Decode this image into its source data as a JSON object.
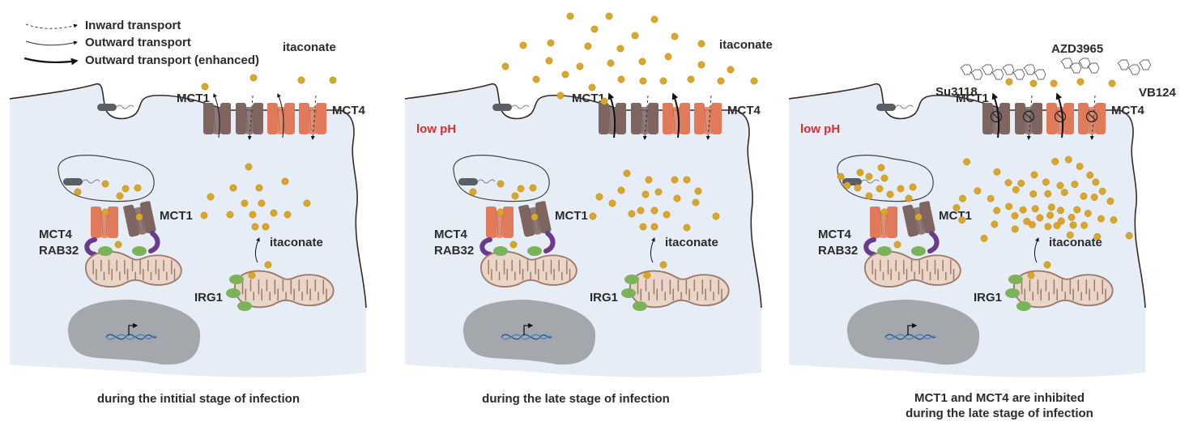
{
  "figure": {
    "legend": {
      "items": [
        {
          "key": "inward",
          "label": "Inward transport",
          "style": "dashed"
        },
        {
          "key": "outward",
          "label": "Outward transport",
          "style": "thin"
        },
        {
          "key": "outward_enhanced",
          "label": "Outward transport (enhanced)",
          "style": "thick"
        }
      ]
    },
    "colors": {
      "cytoplasm": "#e6edf7",
      "membrane": "#3a2a22",
      "mct1": "#7e6560",
      "mct4": "#e07a5a",
      "itaconate": "#d9a62a",
      "rab32": "#6a3a8c",
      "irg1": "#7cb35a",
      "mitochondrion_fill": "#e9d6c9",
      "mitochondrion_stroke": "#a07868",
      "nucleus": "#a4a7ab",
      "dna": "#2a5a9a",
      "low_ph": "#d0312d",
      "bacterium": "#5a5f63"
    },
    "panels": [
      {
        "id": "initial",
        "caption_lines": [
          "during the intitial stage of infection"
        ],
        "low_ph_label": "",
        "membrane_labels": {
          "mct1": "MCT1",
          "mct4": "MCT4"
        },
        "extracellular_label": "itaconate",
        "intracellular_label": "itaconate",
        "organelle_labels": {
          "mct4": "MCT4",
          "rab32": "RAB32",
          "mct1": "MCT1",
          "irg1": "IRG1"
        },
        "inhibitors": [],
        "extracellular_itaconate": "low",
        "cytosolic_itaconate": "low",
        "outward_style": "thin"
      },
      {
        "id": "late",
        "caption_lines": [
          "during the late stage of infection"
        ],
        "low_ph_label": "low pH",
        "membrane_labels": {
          "mct1": "MCT1",
          "mct4": "MCT4"
        },
        "extracellular_label": "itaconate",
        "intracellular_label": "itaconate",
        "organelle_labels": {
          "mct4": "MCT4",
          "rab32": "RAB32",
          "mct1": "MCT1",
          "irg1": "IRG1"
        },
        "inhibitors": [],
        "extracellular_itaconate": "high",
        "cytosolic_itaconate": "medium",
        "outward_style": "thick"
      },
      {
        "id": "inhibited",
        "caption_lines": [
          "MCT1 and MCT4 are inhibited",
          "during the late stage of infection"
        ],
        "low_ph_label": "low pH",
        "membrane_labels": {
          "mct1": "MCT1",
          "mct4": "MCT4"
        },
        "extracellular_label": "",
        "intracellular_label": "itaconate",
        "organelle_labels": {
          "mct4": "MCT4",
          "rab32": "RAB32",
          "mct1": "MCT1",
          "irg1": "IRG1"
        },
        "inhibitors": [
          "Su3118",
          "AZD3965",
          "VB124"
        ],
        "extracellular_itaconate": "low",
        "cytosolic_itaconate": "high",
        "outward_style": "thick"
      }
    ]
  }
}
